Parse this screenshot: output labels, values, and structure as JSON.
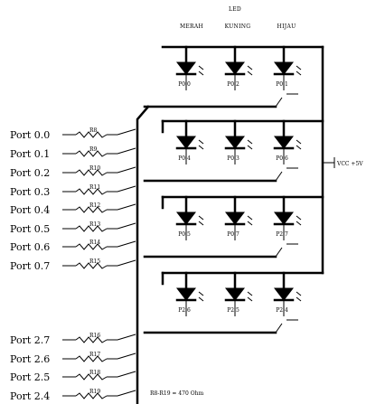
{
  "header": {
    "title": "LED",
    "colors": [
      "MERAH",
      "KUNING",
      "HIJAU"
    ]
  },
  "ports": [
    {
      "label": "Port 0.0",
      "resistor": "R8"
    },
    {
      "label": "Port 0.1",
      "resistor": "R9"
    },
    {
      "label": "Port 0.2",
      "resistor": "R10"
    },
    {
      "label": "Port 0.3",
      "resistor": "R11"
    },
    {
      "label": "Port 0.4",
      "resistor": "R12"
    },
    {
      "label": "Port 0.5",
      "resistor": "R13"
    },
    {
      "label": "Port 0.6",
      "resistor": "R14"
    },
    {
      "label": "Port 0.7",
      "resistor": "R15"
    },
    {
      "label": "Port 2.7",
      "resistor": "R16"
    },
    {
      "label": "Port 2.6",
      "resistor": "R17"
    },
    {
      "label": "Port 2.5",
      "resistor": "R18"
    },
    {
      "label": "Port 2.4",
      "resistor": "R19"
    }
  ],
  "led_groups": [
    {
      "labels": [
        "P0.0",
        "P0.2",
        "P0.1"
      ]
    },
    {
      "labels": [
        "P0.4",
        "P0.3",
        "P0.6"
      ]
    },
    {
      "labels": [
        "P0.5",
        "P0.7",
        "P2.7"
      ]
    },
    {
      "labels": [
        "P2.6",
        "P2.5",
        "P2.4"
      ]
    }
  ],
  "supply_label": "VCC +5V",
  "resistor_note": "R8-R19 = 470 Ohm"
}
